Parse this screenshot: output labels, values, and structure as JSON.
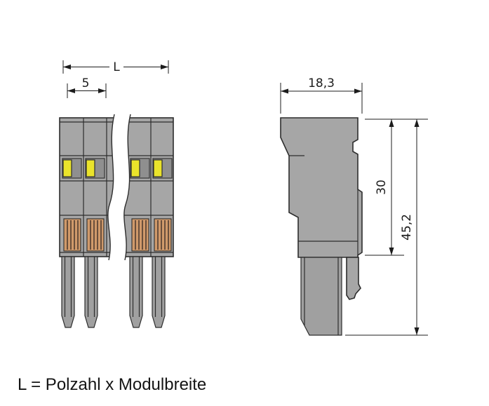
{
  "colors": {
    "background": "#ffffff",
    "line": "#2d2d2d",
    "dim": "#1c1c1c",
    "body_gray": "#a6a6a6",
    "slot_gray": "#8f8f8f",
    "leg_gray": "#a0a0a0",
    "lever_yellow": "#eae32b",
    "terminal_orange": "#d09a6b",
    "hatch_brown": "#5f4736"
  },
  "front_view": {
    "dim_total_width": "L",
    "dim_module_pitch": "5"
  },
  "side_view": {
    "dim_width": "18,3",
    "dim_upper_height": "30",
    "dim_total_height": "45,2"
  },
  "caption": "L = Polzahl x Modulbreite"
}
